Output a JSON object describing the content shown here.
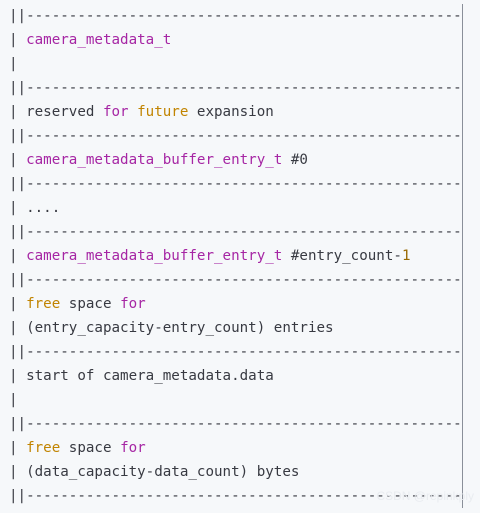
{
  "rules": {
    "dashed": "|-----------------------------------------------------------|",
    "double": "|============================================================|",
    "bar": "|                                                            |"
  },
  "blocks": {
    "metadata_type": "camera_metadata_t",
    "reserved_prefix": "reserved ",
    "reserved_for": "for",
    "reserved_future": "future",
    "reserved_suffix": " expansion",
    "entry0_type": "camera_metadata_buffer_entry_t",
    "entry0_suffix": " #0",
    "ellipsis": "....",
    "entryN_type": "camera_metadata_buffer_entry_t",
    "entryN_suffix": " #entry_count-",
    "entryN_num": "1",
    "free1_free": "free",
    "free1_space": " space ",
    "free1_for": "for",
    "free1_detail": "(entry_capacity-entry_count) entries",
    "data_start": "start of camera_metadata.data",
    "free2_free": "free",
    "free2_space": " space ",
    "free2_for": "for",
    "free2_detail": "(data_capacity-data_count) bytes"
  },
  "watermark": "CSDN @repinkply",
  "colors": {
    "background": "#f6f8fa",
    "text": "#383a42",
    "keyword_purple": "#a626a4",
    "keyword_gold": "#c18401",
    "number": "#986801"
  }
}
